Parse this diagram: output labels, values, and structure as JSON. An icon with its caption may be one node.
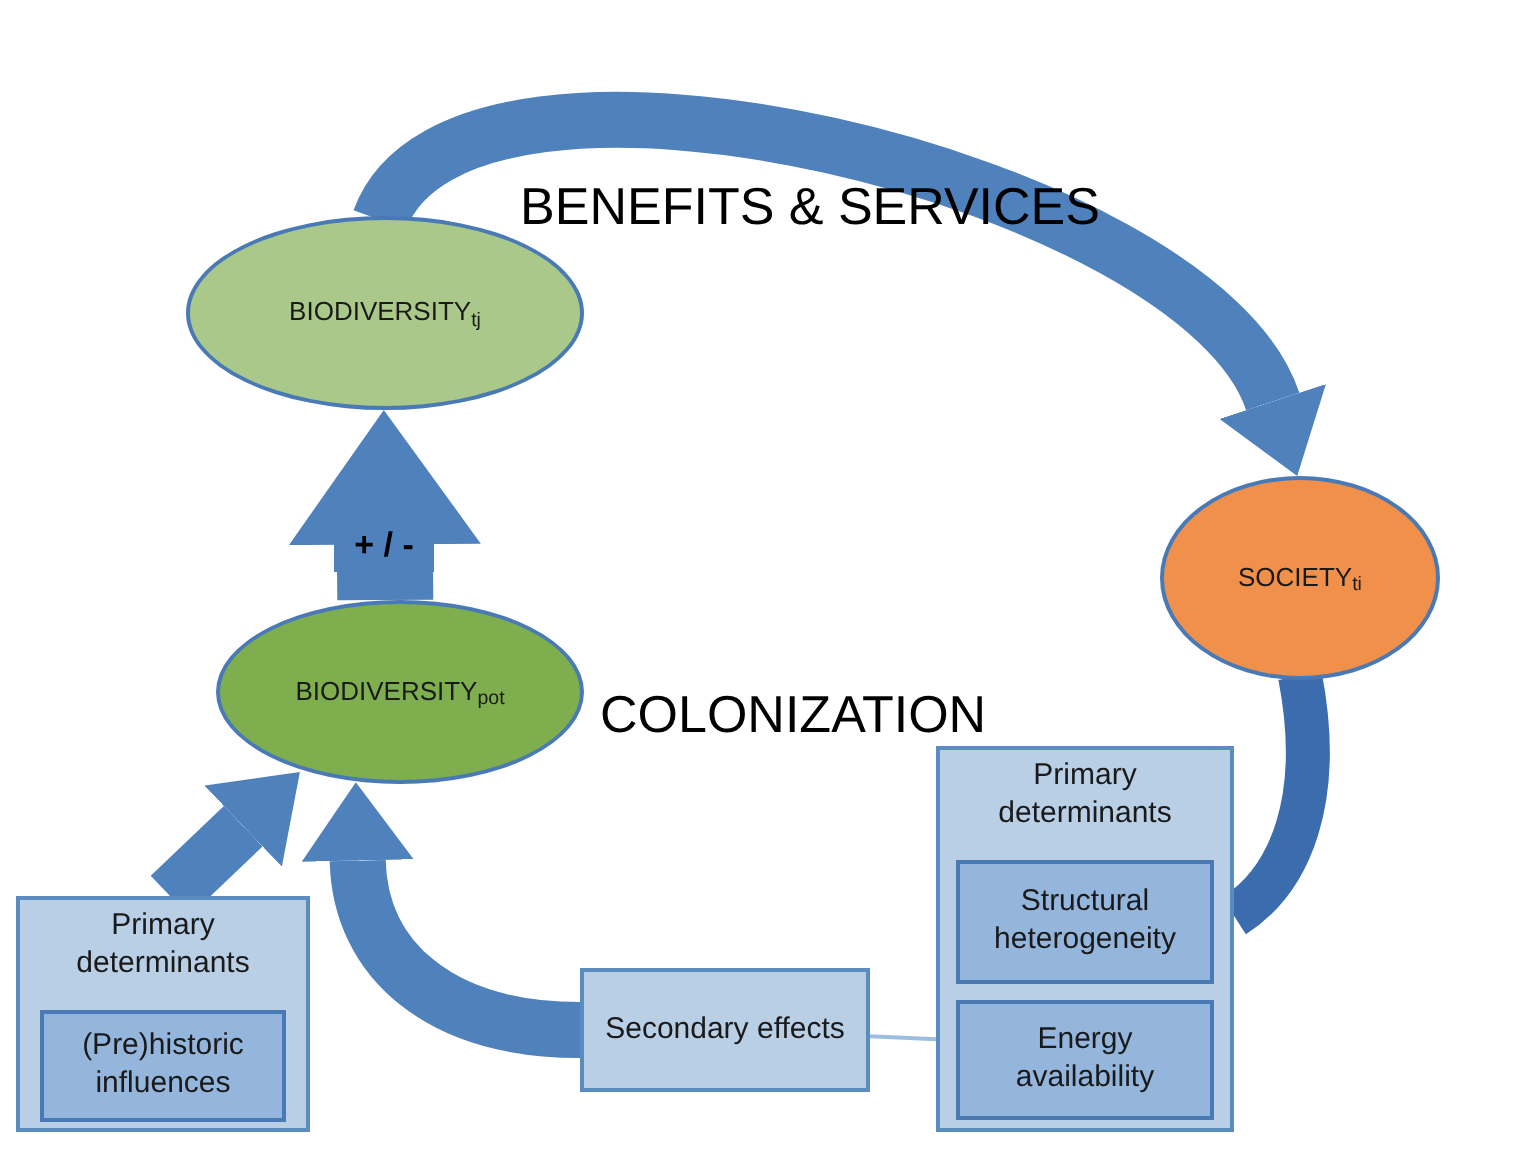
{
  "diagram": {
    "nodes": [
      {
        "text": [
          "BIODIVERSITY$_{tj}$"
        ]
      },
      {
        "text": [
          "SOCIETY$_{ti}$"
        ]
      },
      {
        "text": [
          "BIODIVERSITY$_{pot}$"
        ]
      },
      {
        "text": [
          "Primary determinants"
        ]
      },
      {
        "text": [
          "(Pre)historic influences"
        ],
        "in": 3
      },
      {
        "text": [
          "Secondary effects"
        ]
      },
      {
        "text": [
          "Primary determinants"
        ]
      },
      {
        "text": [
          "Structural heterogeneity"
        ],
        "in": 6
      },
      {
        "text": [
          "Energy availability"
        ],
        "in": 6
      }
    ],
    "edges": [
      {
        "from": 0,
        "to": 1,
        "arrow": "to",
        "label": "BENEFITS & SERVICES"
      },
      {
        "from": 2,
        "to": 0,
        "arrow": "to",
        "label": "+ / -"
      },
      {
        "from": 3,
        "to": 2,
        "arrow": "to"
      },
      {
        "from": 5,
        "to": 2,
        "arrow": "to"
      },
      {
        "from": 1,
        "to": 6,
        "arrow": "none",
        "color": "#3a6cae"
      },
      {
        "from": 6,
        "to": 5,
        "arrow": "none",
        "color": "#9dbde0"
      }
    ],
    "labels": [
      "COLONIZATION"
    ]
  }
}
